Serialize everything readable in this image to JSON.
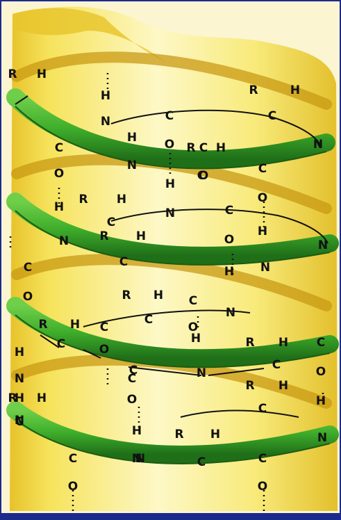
{
  "colors": {
    "cylinder_light": "#fbf3a6",
    "cylinder_mid": "#f1df4a",
    "cylinder_dark": "#d9b51c",
    "ribbon_green": "#3fae2b",
    "ribbon_dark": "#1f6e18",
    "ribbon_back": "#c99a14",
    "bond_line": "#111111",
    "hbond_dots": "#111111",
    "border": "#1b2a8c"
  },
  "atoms": [
    {
      "t": "R"
    },
    {
      "t": "H"
    },
    {
      "t": "H"
    },
    {
      "t": "N"
    },
    {
      "t": "C"
    },
    {
      "t": "O"
    },
    {
      "t": "R"
    },
    {
      "t": "H"
    },
    {
      "t": "C"
    },
    {
      "t": "H"
    },
    {
      "t": "N"
    },
    {
      "t": "C"
    },
    {
      "t": "O"
    },
    {
      "t": "H"
    },
    {
      "t": "N"
    },
    {
      "t": "C"
    },
    {
      "t": "O"
    },
    {
      "t": "H"
    },
    {
      "t": "R"
    },
    {
      "t": "H"
    },
    {
      "t": "C"
    },
    {
      "t": "C"
    },
    {
      "t": "O"
    },
    {
      "t": "H"
    },
    {
      "t": "N"
    },
    {
      "t": "R"
    },
    {
      "t": "H"
    },
    {
      "t": "C"
    },
    {
      "t": "N"
    },
    {
      "t": "C"
    },
    {
      "t": "O"
    },
    {
      "t": "H"
    },
    {
      "t": "R"
    },
    {
      "t": "H"
    },
    {
      "t": "C"
    },
    {
      "t": "N"
    },
    {
      "t": "C"
    },
    {
      "t": "O"
    },
    {
      "t": "N"
    },
    {
      "t": "C"
    },
    {
      "t": "O"
    },
    {
      "t": "H"
    },
    {
      "t": "N"
    },
    {
      "t": "R"
    },
    {
      "t": "H"
    },
    {
      "t": "C"
    },
    {
      "t": "H"
    },
    {
      "t": "N"
    },
    {
      "t": "R"
    },
    {
      "t": "H"
    },
    {
      "t": "C"
    },
    {
      "t": "C"
    },
    {
      "t": "O"
    },
    {
      "t": "C"
    },
    {
      "t": "N"
    },
    {
      "t": "R"
    },
    {
      "t": "H"
    },
    {
      "t": "C"
    },
    {
      "t": "C"
    },
    {
      "t": "O"
    },
    {
      "t": "H"
    },
    {
      "t": "H"
    },
    {
      "t": "N"
    },
    {
      "t": "R"
    },
    {
      "t": "H"
    },
    {
      "t": "C"
    },
    {
      "t": "C"
    },
    {
      "t": "O"
    },
    {
      "t": "H"
    },
    {
      "t": "N"
    },
    {
      "t": "R"
    },
    {
      "t": "H"
    },
    {
      "t": "C"
    },
    {
      "t": "N"
    },
    {
      "t": "R"
    },
    {
      "t": "H"
    },
    {
      "t": "C"
    },
    {
      "t": "N"
    },
    {
      "t": "C"
    },
    {
      "t": "O"
    },
    {
      "t": "C"
    },
    {
      "t": "O"
    }
  ]
}
